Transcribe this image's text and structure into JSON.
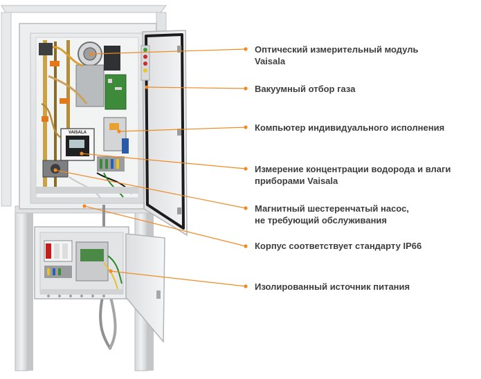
{
  "figure": {
    "accent_color": "#f08a24",
    "callouts": [
      {
        "text": "Оптический измерительный модуль\nVaisala"
      },
      {
        "text": "Вакуумный отбор газа"
      },
      {
        "text": "Компьютер индивидуального исполнения"
      },
      {
        "text": "Измерение концентрации водорода и влаги\nприборами Vaisala"
      },
      {
        "text": "Магнитный шестеренчатый насос,\nне требующий обслуживания"
      },
      {
        "text": "Корпус соответствует стандарту IP66"
      },
      {
        "text": "Изолированный источник питания"
      }
    ],
    "device_brand": "VAISALA"
  }
}
